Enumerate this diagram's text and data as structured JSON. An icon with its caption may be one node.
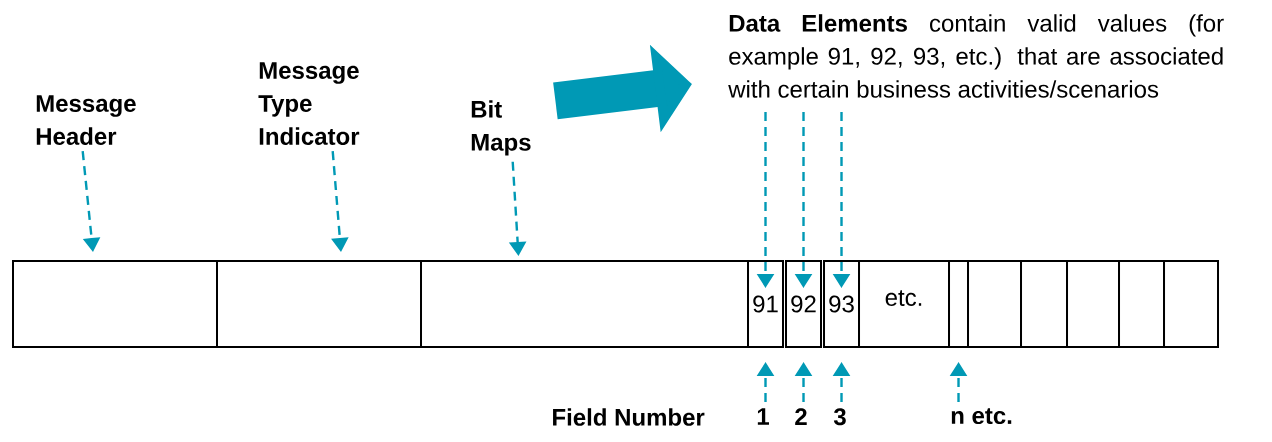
{
  "diagram": {
    "nodes": [
      {
        "text": [
          "Message Header"
        ]
      },
      {
        "text": [
          "Message Type Indicator"
        ]
      },
      {
        "text": [
          "Bit Maps"
        ]
      },
      {
        "text": [
          "**Data Elements** contain valid values (for example 91, 92, 93, etc.) that are associated with certain business activities/scenarios"
        ]
      },
      {
        "text": [],
        "shape": "box"
      },
      {
        "text": [],
        "shape": "box"
      },
      {
        "text": [],
        "shape": "box"
      },
      {
        "text": [
          "91"
        ]
      },
      {
        "text": [
          "92"
        ]
      },
      {
        "text": [
          "93"
        ]
      },
      {
        "text": [
          "etc."
        ]
      },
      {
        "text": [],
        "shape": "box"
      },
      {
        "text": [],
        "shape": "box"
      },
      {
        "text": [],
        "shape": "box"
      },
      {
        "text": [],
        "shape": "box"
      },
      {
        "text": [],
        "shape": "box"
      },
      {
        "text": [],
        "shape": "box"
      },
      {
        "text": [
          "1"
        ]
      },
      {
        "text": [
          "2"
        ]
      },
      {
        "text": [
          "3"
        ]
      },
      {
        "text": [
          "n etc."
        ]
      }
    ],
    "edges": [
      {
        "from": 0,
        "to": 4,
        "arrow": "to",
        "style": "dashed"
      },
      {
        "from": 1,
        "to": 5,
        "arrow": "to",
        "style": "dashed"
      },
      {
        "from": 2,
        "to": 6,
        "arrow": "to",
        "style": "dashed"
      },
      {
        "from": 2,
        "to": 3,
        "arrow": "to",
        "style": "thick"
      },
      {
        "from": 3,
        "to": 7,
        "arrow": "to",
        "style": "dashed"
      },
      {
        "from": 3,
        "to": 8,
        "arrow": "to",
        "style": "dashed"
      },
      {
        "from": 3,
        "to": 9,
        "arrow": "to",
        "style": "dashed"
      },
      {
        "from": 17,
        "to": 7,
        "arrow": "to",
        "style": "dashed"
      },
      {
        "from": 18,
        "to": 8,
        "arrow": "to",
        "style": "dashed"
      },
      {
        "from": 19,
        "to": 9,
        "arrow": "to",
        "style": "dashed"
      },
      {
        "from": 20,
        "to": 11,
        "arrow": "to",
        "style": "dashed"
      }
    ],
    "labels": [
      "Field Number"
    ]
  }
}
